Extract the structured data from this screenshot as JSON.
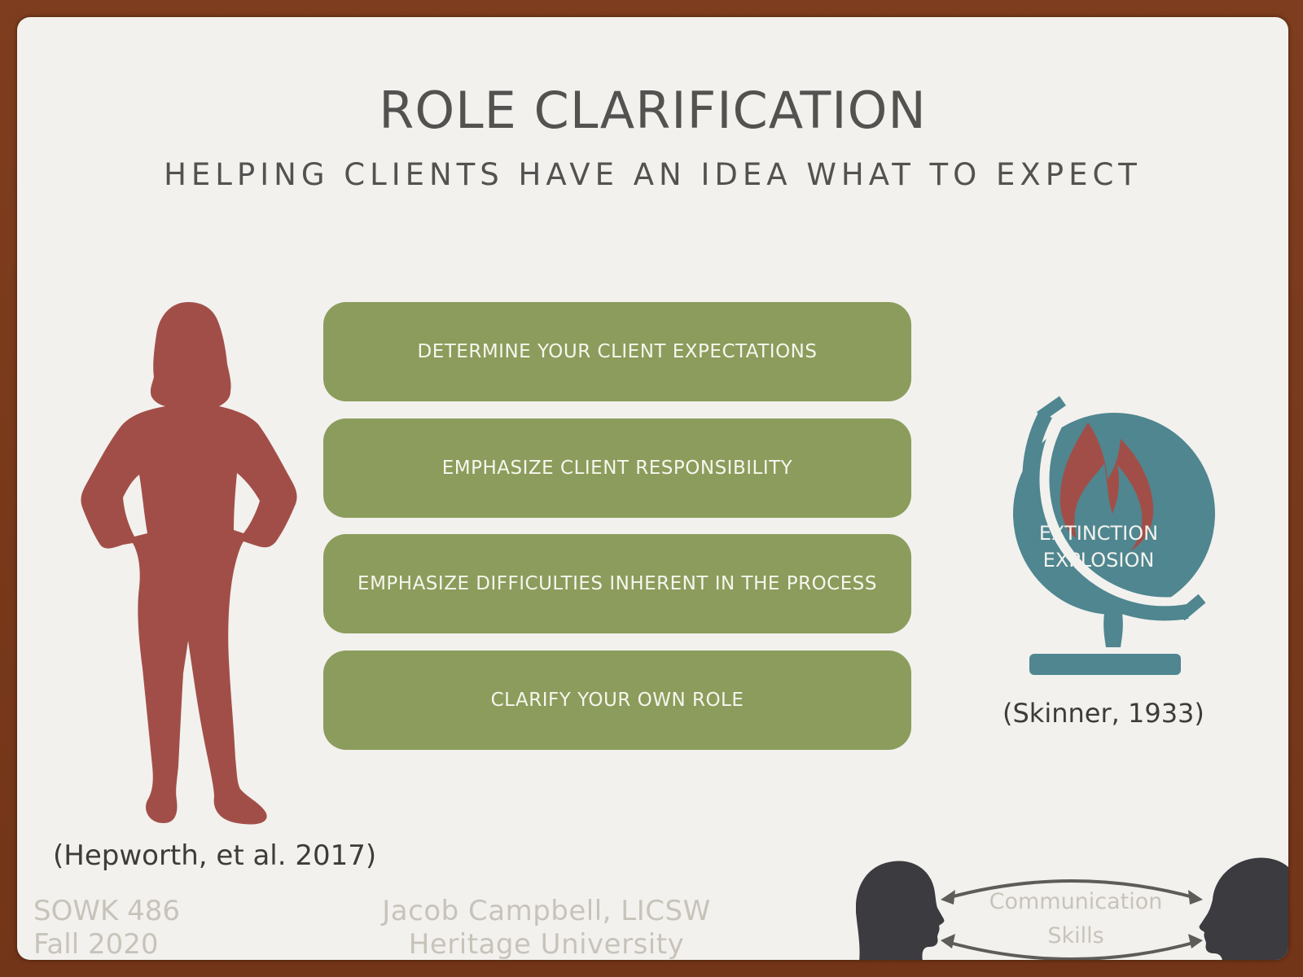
{
  "slide": {
    "title": "ROLE CLARIFICATION",
    "subtitle": "HELPING CLIENTS HAVE AN IDEA WHAT TO EXPECT",
    "boxes": [
      {
        "label": "DETERMINE YOUR CLIENT EXPECTATIONS"
      },
      {
        "label": "EMPHASIZE CLIENT RESPONSIBILITY"
      },
      {
        "label": "EMPHASIZE DIFFICULTIES INHERENT IN THE PROCESS"
      },
      {
        "label": "CLARIFY YOUR OWN ROLE"
      }
    ],
    "left_figure": {
      "icon": "woman-silhouette-icon",
      "citation": "(Hepworth, et al. 2017)"
    },
    "right_figure": {
      "icon": "globe-fire-icon",
      "label_line1": "EXTINCTION",
      "label_line2": "EXPLOSION",
      "citation": "(Skinner, 1933)"
    },
    "footer": {
      "course": "SOWK 486",
      "term": "Fall 2020",
      "author": "Jacob Campbell, LICSW",
      "institution": "Heritage University",
      "comm_line1": "Communication",
      "comm_line2": "Skills"
    }
  },
  "colors": {
    "frame": "#7a3a1c",
    "paper": "#f2f1ee",
    "box_green": "#8c9c5c",
    "silhouette_red": "#a24e48",
    "globe_teal": "#4f8690",
    "head_dark": "#3b3b40",
    "text_dark": "#545250",
    "footer_gray": "#c8c3ba"
  }
}
